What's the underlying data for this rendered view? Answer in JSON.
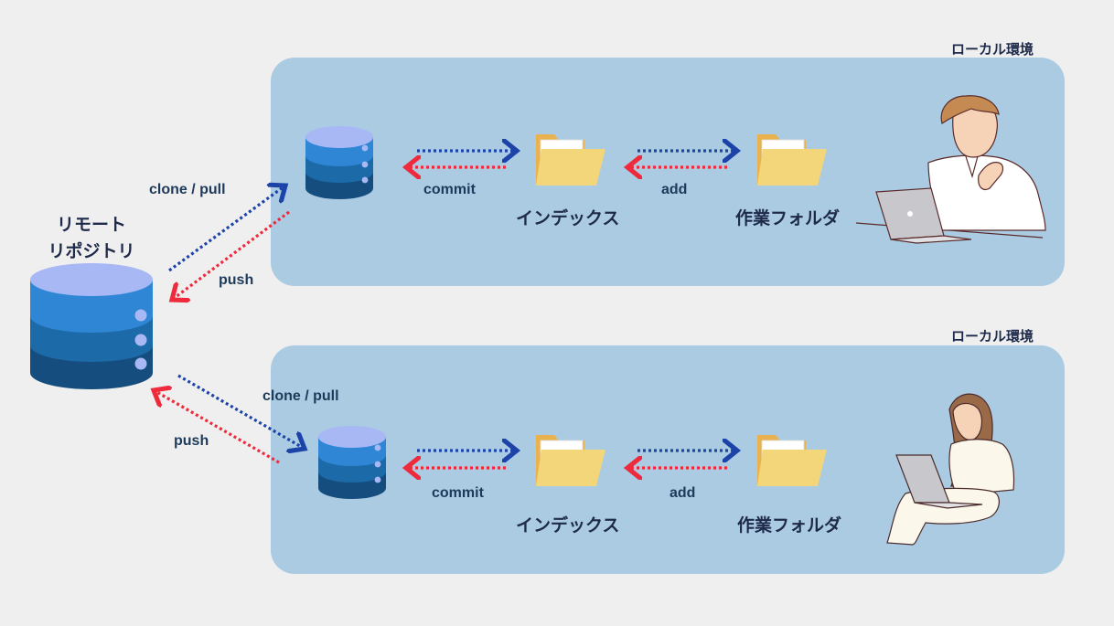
{
  "remote": {
    "line1": "リモート",
    "line2": "リポジトリ"
  },
  "environments": [
    {
      "label": "ローカル環境",
      "clone_pull": "clone / pull",
      "push": "push",
      "commit": "commit",
      "add": "add",
      "index": "インデックス",
      "working_folder": "作業フォルダ"
    },
    {
      "label": "ローカル環境",
      "clone_pull": "clone / pull",
      "push": "push",
      "commit": "commit",
      "add": "add",
      "index": "インデックス",
      "working_folder": "作業フォルダ"
    }
  ],
  "colors": {
    "background": "#efefef",
    "panel": "#abcbe3",
    "arrow_blue": "#1c44a8",
    "arrow_red": "#ee2a3c",
    "db_top": "#a7b8f5",
    "db_band1": "#2e86d4",
    "db_band2": "#1d6aa8",
    "db_band3": "#154e7e",
    "folder": "#f3d67a"
  },
  "icons": {
    "remote_repository": "database-icon",
    "local_repository": "database-icon",
    "index": "folder-icon",
    "working_folder": "folder-icon",
    "user_1": "man-with-laptop-illustration",
    "user_2": "woman-with-laptop-illustration"
  }
}
